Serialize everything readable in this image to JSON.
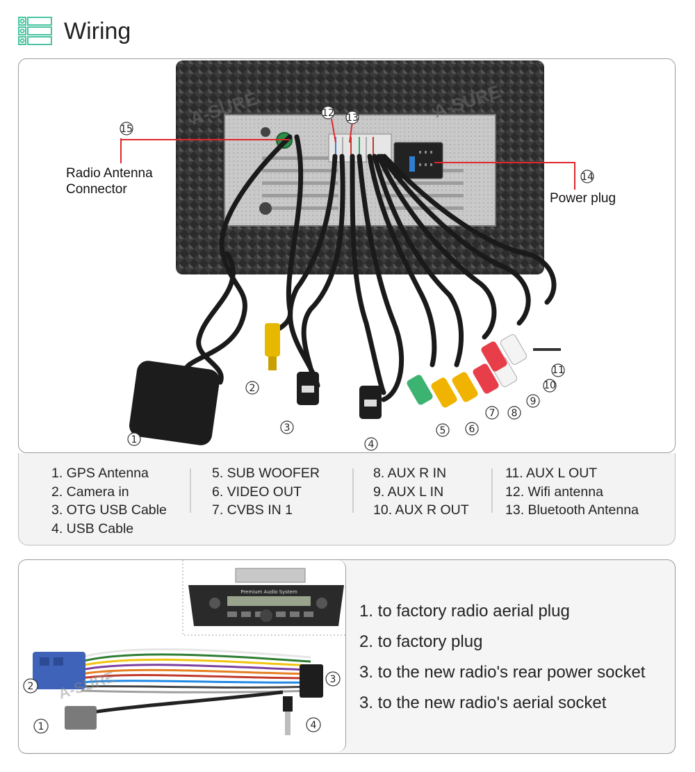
{
  "header": {
    "title": "Wiring",
    "icon": "list-icon"
  },
  "diagram": {
    "watermark": "A-SURE",
    "labels": {
      "radio_antenna_line1": "Radio Antenna",
      "radio_antenna_line2": "Connector",
      "power_plug": "Power plug"
    },
    "numbers": {
      "n1": "①",
      "n2": "②",
      "n3": "③",
      "n4": "④",
      "n5": "⑤",
      "n6": "⑥",
      "n7": "⑦",
      "n8": "⑧",
      "n9": "⑨",
      "n10": "⑩",
      "n11": "⑪",
      "n12": "⑫",
      "n13": "⑬",
      "n14": "⑭",
      "n15": "⑮"
    }
  },
  "legend": {
    "col1": [
      "1. GPS Antenna",
      "2. Camera in",
      "3. OTG USB Cable",
      "4. USB Cable"
    ],
    "col2": [
      "5. SUB WOOFER",
      "6. VIDEO OUT",
      "7. CVBS IN 1"
    ],
    "col3": [
      "8. AUX R IN",
      "9. AUX L IN",
      "10. AUX R OUT"
    ],
    "col4": [
      "11. AUX L OUT",
      "12. Wifi antenna",
      "13. Bluetooth Antenna"
    ]
  },
  "harness": {
    "radio_screen": "Premium Audio System",
    "numbers": {
      "n1": "①",
      "n2": "②",
      "n3": "③",
      "n4": "④"
    }
  },
  "instructions": [
    "1. to factory radio aerial plug",
    "2. to factory plug",
    "3. to the new radio's rear power socket",
    "3. to the new radio's aerial socket"
  ],
  "colors": {
    "accent": "#48c4a0",
    "callout_red": "#e0262a",
    "frame": "#9a9a9a"
  }
}
